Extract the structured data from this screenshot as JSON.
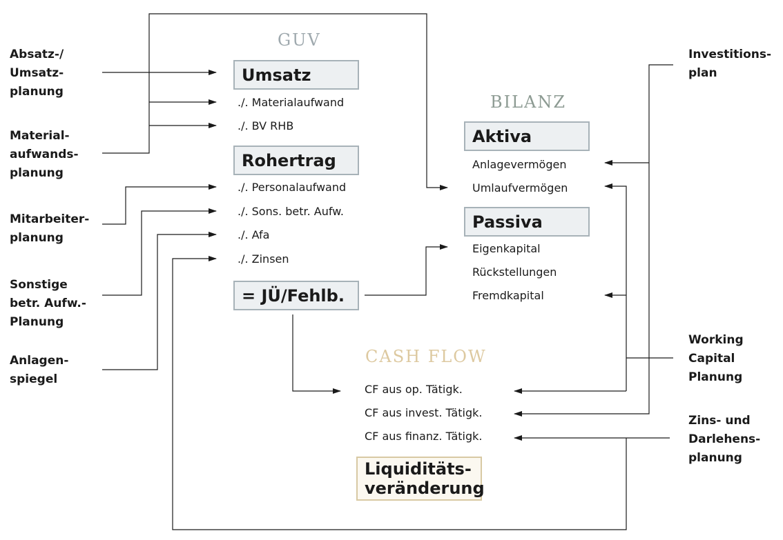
{
  "sections": {
    "guv": {
      "title": "GUV",
      "color": "#9fa9ae"
    },
    "bilanz": {
      "title": "BILANZ",
      "color": "#8d9b93"
    },
    "cashflow": {
      "title": "CASH FLOW",
      "color": "#ddc9a0"
    }
  },
  "sources": {
    "absatz": [
      "Absatz-/",
      "Umsatz-",
      "planung"
    ],
    "material": [
      "Material-",
      "aufwands-",
      "planung"
    ],
    "mitarbeiter": [
      "Mitarbeiter-",
      "planung"
    ],
    "sonstige": [
      "Sonstige",
      "betr. Aufw.-",
      "Planung"
    ],
    "anlagen": [
      "Anlagen-",
      "spiegel"
    ],
    "investition": [
      "Investitions-",
      "plan"
    ],
    "working_capital": [
      "Working",
      "Capital",
      "Planung"
    ],
    "zins": [
      "Zins- und",
      "Darlehens-",
      "planung"
    ]
  },
  "guv": {
    "umsatz": "Umsatz",
    "materialaufwand": "./. Materialaufwand",
    "bv_rhb": "./. BV RHB",
    "rohertrag": "Rohertrag",
    "personalaufwand": "./. Personalaufwand",
    "sons_betr_aufw": "./. Sons. betr. Aufw.",
    "afa": "./. Afa",
    "zinsen": "./. Zinsen",
    "ergebnis": "= JÜ/Fehlb."
  },
  "bilanz": {
    "aktiva": "Aktiva",
    "anlagevermoegen": "Anlagevermögen",
    "umlaufvermoegen": "Umlaufvermögen",
    "passiva": "Passiva",
    "eigenkapital": "Eigenkapital",
    "rueckstellungen": "Rückstellungen",
    "fremdkapital": "Fremdkapital"
  },
  "cashflow": {
    "operativ": "CF aus op. Tätigk.",
    "invest": "CF aus invest. Tätigk.",
    "finanz": "CF aus finanz. Tätigk.",
    "liquiditaet": [
      "Liquiditäts-",
      "veränderung"
    ]
  }
}
